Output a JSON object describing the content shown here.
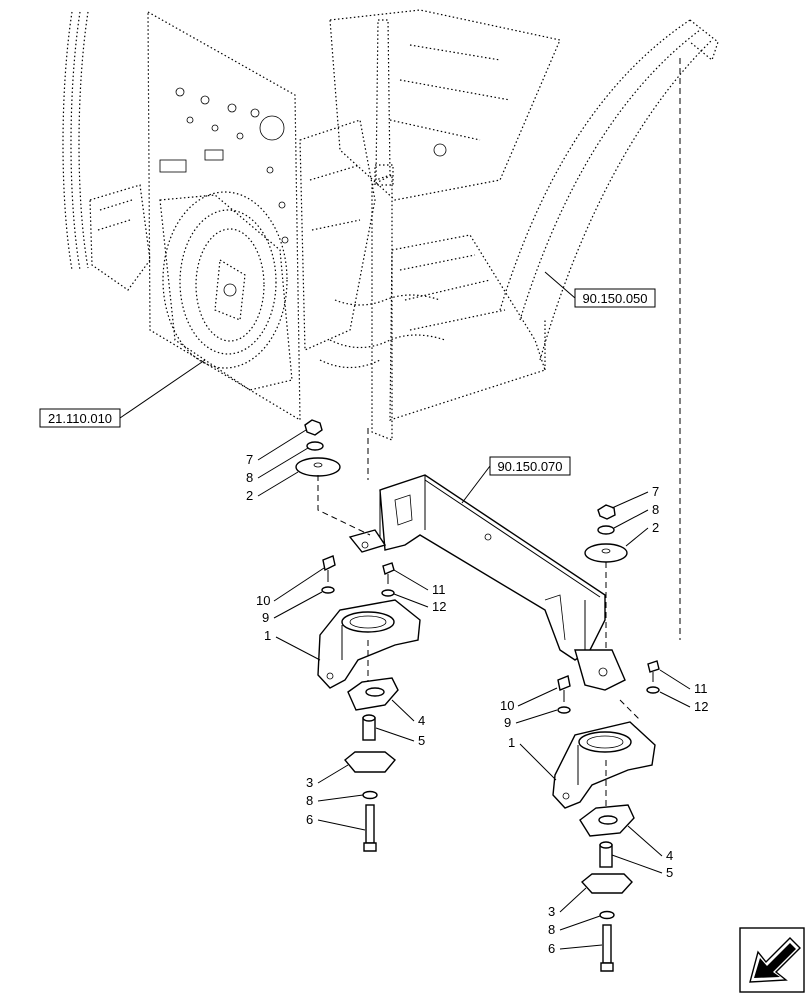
{
  "refs": {
    "cab_frame": "21.110.010",
    "fender": "90.150.050",
    "crossmember": "90.150.070"
  },
  "callouts": {
    "left": [
      "7",
      "8",
      "2",
      "10",
      "11",
      "9",
      "12",
      "1",
      "4",
      "5",
      "3",
      "8",
      "6"
    ],
    "right": [
      "7",
      "8",
      "2",
      "11",
      "10",
      "9",
      "12",
      "1",
      "4",
      "5",
      "3",
      "8",
      "6"
    ]
  },
  "nav": {
    "icon": "arrow-left-icon"
  }
}
